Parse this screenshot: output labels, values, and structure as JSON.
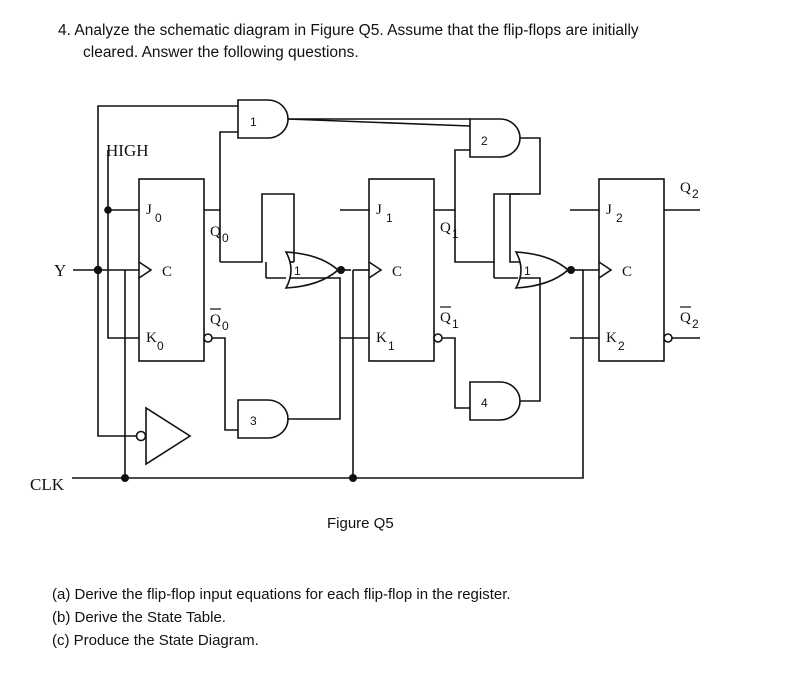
{
  "question": {
    "line1": "4.  Analyze the schematic diagram in Figure Q5. Assume that the flip-flops are initially",
    "line2": "cleared. Answer the following questions."
  },
  "schematic": {
    "high_label": "HIGH",
    "y_label": "Y",
    "clk_label": "CLK",
    "flip_flops": [
      {
        "j": "J",
        "j_sub": "0",
        "k": "K",
        "k_sub": "0",
        "c": "C",
        "q": "Q",
        "q_sub": "0",
        "qbar": "Q",
        "qbar_sub": "0"
      },
      {
        "j": "J",
        "j_sub": "1",
        "k": "K",
        "k_sub": "1",
        "c": "C",
        "q": "Q",
        "q_sub": "1",
        "qbar": "Q",
        "qbar_sub": "1"
      },
      {
        "j": "J",
        "j_sub": "2",
        "k": "K",
        "k_sub": "2",
        "c": "C",
        "q": "Q",
        "q_sub": "2",
        "qbar": "Q",
        "qbar_sub": "2"
      }
    ],
    "gates": {
      "and1": "1",
      "and2": "2",
      "and3": "3",
      "and4": "4",
      "or1": "1",
      "or2": "1"
    }
  },
  "figure_caption": "Figure Q5",
  "parts": [
    "(a)  Derive the flip-flop input equations for each flip-flop in the register.",
    "(b)  Derive the State Table.",
    "(c)  Produce the State Diagram."
  ]
}
